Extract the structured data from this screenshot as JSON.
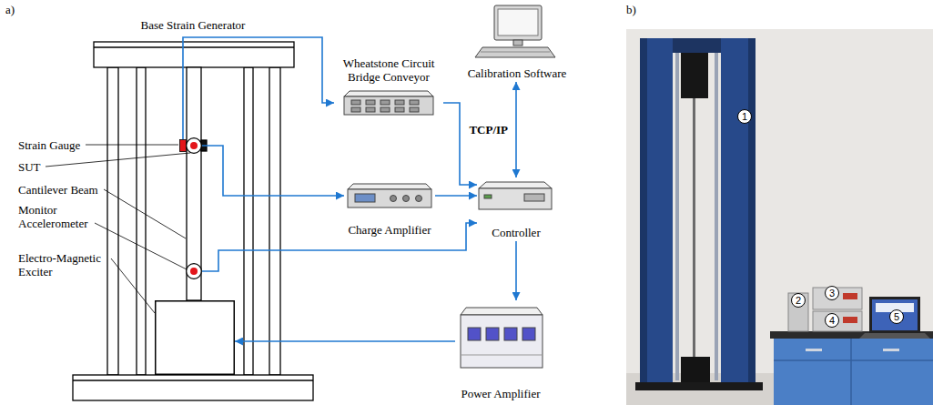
{
  "diagram": {
    "nodes": [
      {
        "text": [
          "Base Strain Generator"
        ]
      },
      {
        "text": [
          "Strain Gauge"
        ],
        "in": 0
      },
      {
        "text": [
          "SUT"
        ],
        "in": 0
      },
      {
        "text": [
          "Monitor Accelerometer"
        ],
        "in": 0
      },
      {
        "text": [
          "Electro-Magnetic Exciter"
        ],
        "in": 0
      },
      {
        "text": [
          "Calibration Software"
        ]
      },
      {
        "text": [
          "Wheatstone Circuit Bridge Conveyor"
        ]
      },
      {
        "text": [
          "Charge Amplifier"
        ]
      },
      {
        "text": [
          "Controller"
        ]
      },
      {
        "text": [
          "Power Amplifier"
        ]
      }
    ],
    "edges": [
      {
        "from": 1,
        "to": 6,
        "arrow": "to"
      },
      {
        "from": 2,
        "to": 7,
        "arrow": "to"
      },
      {
        "from": 3,
        "to": 8,
        "arrow": "to"
      },
      {
        "from": 6,
        "to": 8,
        "arrow": "to"
      },
      {
        "from": 7,
        "to": 8,
        "arrow": "to"
      },
      {
        "from": 5,
        "to": 8,
        "label": "TCP/IP",
        "arrow": "both"
      },
      {
        "from": 8,
        "to": 9,
        "arrow": "to"
      },
      {
        "from": 9,
        "to": 4,
        "arrow": "to"
      }
    ],
    "labels": [
      "a)",
      "b)",
      "Cantilever Beam",
      "1",
      "2",
      "3",
      "4",
      "5"
    ]
  }
}
